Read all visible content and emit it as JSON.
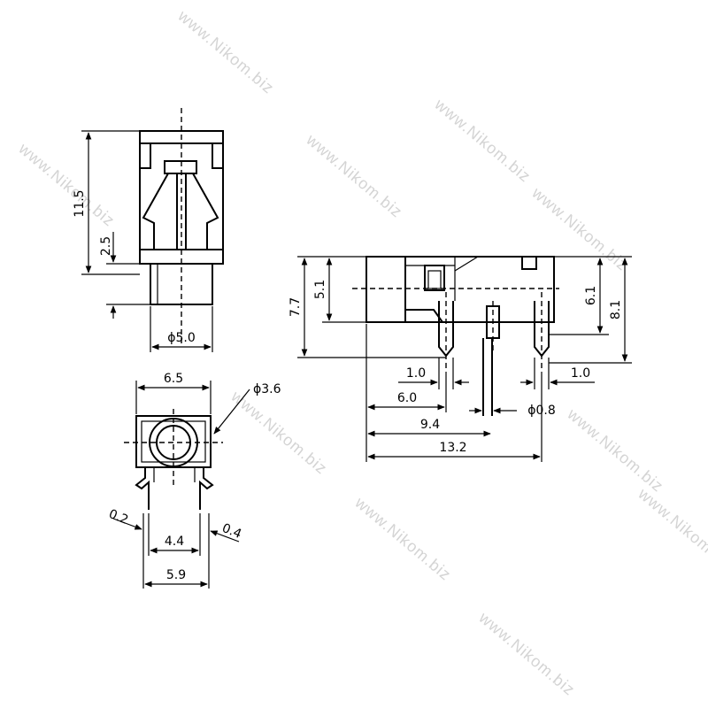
{
  "watermark": "www.Nikom.biz",
  "front_view": {
    "height_total": "11.5",
    "height_step": "2.5",
    "nose_diameter": "ϕ5.0"
  },
  "end_view": {
    "body_width": "6.5",
    "bore_diameter": "ϕ3.6",
    "pin_thickness_left": "0.2",
    "pin_thickness_right": "0.4",
    "pin_spacing": "4.4",
    "pin_outer": "5.9"
  },
  "side_view": {
    "height_body": "7.7",
    "height_axis": "5.1",
    "height_pin_axis": "6.1",
    "height_total": "8.1",
    "pin_width_left": "1.0",
    "pin_width_right": "1.0",
    "pos_pin1": "6.0",
    "pos_pin2": "9.4",
    "pin_diameter": "ϕ0.8",
    "length_total": "13.2"
  }
}
